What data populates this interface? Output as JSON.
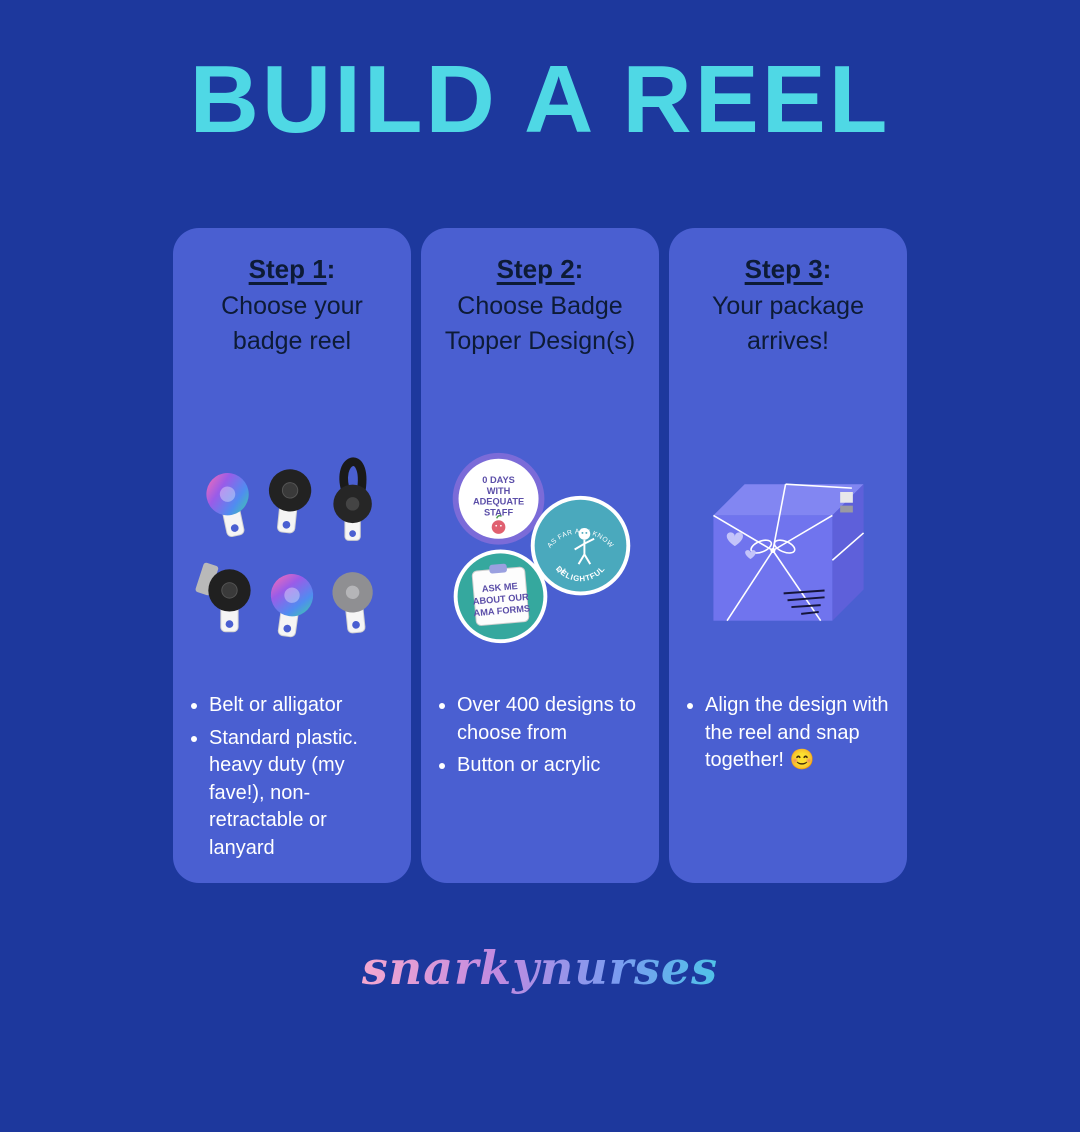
{
  "page": {
    "title": "BUILD A REEL",
    "footer": "snarkynurses",
    "colon": ":"
  },
  "colors": {
    "background": "#1d389d",
    "card": "#4a5fd1",
    "title": "#4fd8e5",
    "heading_text": "#0d1b36",
    "bullet_text": "#ffffff",
    "badge_teal": "#4aa9bd",
    "badge_purple": "#5b4ea8",
    "package_purple": "#7074ee"
  },
  "cards": [
    {
      "step": "Step 1",
      "heading": "Choose your badge reel",
      "bullets": [
        "Belt or alligator",
        "Standard plastic. heavy duty (my fave!), non-retractable or lanyard"
      ]
    },
    {
      "step": "Step 2",
      "heading": "Choose Badge Topper Design(s)",
      "bullets": [
        "Over 400 designs to choose from",
        "Button or acrylic"
      ],
      "badges": {
        "staff_lines": [
          "0 DAYS",
          "WITH",
          "ADEQUATE",
          "STAFF"
        ],
        "delightful": {
          "top": "AS FAR AS I KNOW",
          "im": "I'M",
          "bottom": "DELIGHTFUL"
        },
        "ama_lines": [
          "ASK ME",
          "ABOUT OUR",
          "AMA FORMS"
        ]
      }
    },
    {
      "step": "Step 3",
      "heading": "Your package arrives!",
      "bullets": [
        "Align the design with the reel and snap together! 😊"
      ]
    }
  ]
}
